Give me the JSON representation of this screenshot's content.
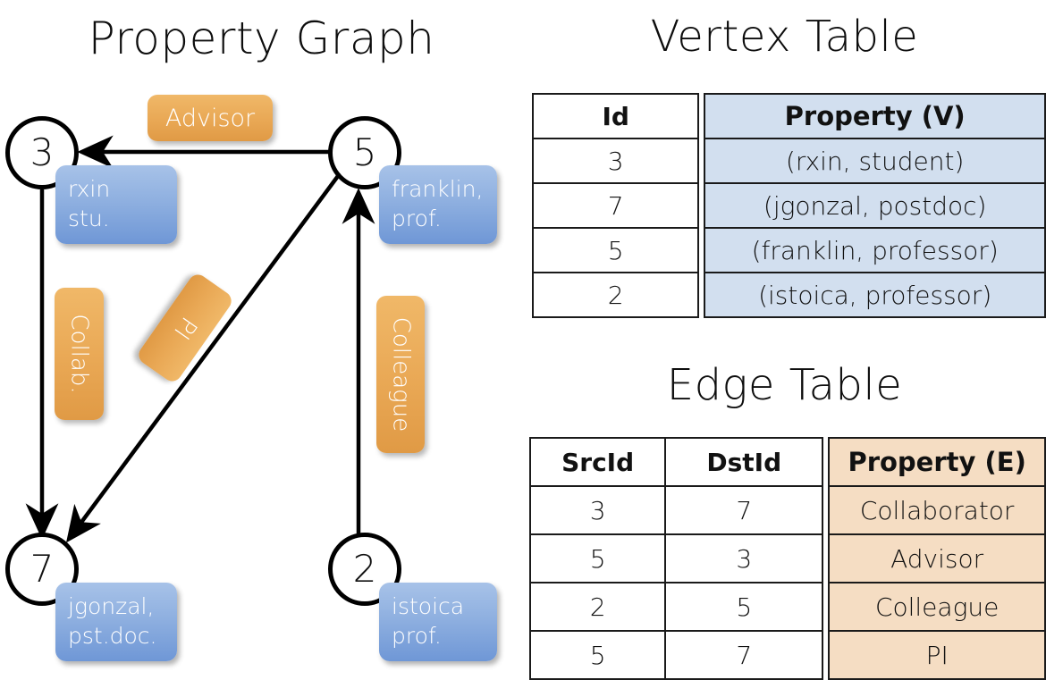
{
  "titles": {
    "property_graph": "Property Graph",
    "vertex_table": "Vertex Table",
    "edge_table": "Edge Table"
  },
  "colors": {
    "vertex_property_fill": "#d2dfef",
    "edge_property_fill": "#f5ddc3",
    "vertex_box_fill": "#8fb0e0",
    "edge_label_fill": "#e9a855",
    "stroke": "#000000",
    "text": "#111111"
  },
  "graph": {
    "nodes": [
      {
        "id": "3",
        "label": "3",
        "property": "rxin\nstu."
      },
      {
        "id": "5",
        "label": "5",
        "property": "franklin,\nprof."
      },
      {
        "id": "7",
        "label": "7",
        "property": "jgonzal,\npst.doc."
      },
      {
        "id": "2",
        "label": "2",
        "property": "istoica\nprof."
      }
    ],
    "edges": [
      {
        "src": "5",
        "dst": "3",
        "label": "Advisor"
      },
      {
        "src": "3",
        "dst": "7",
        "label": "Collab."
      },
      {
        "src": "5",
        "dst": "7",
        "label": "PI"
      },
      {
        "src": "2",
        "dst": "5",
        "label": "Colleague"
      }
    ]
  },
  "vertex_table": {
    "columns": [
      "Id",
      "Property (V)"
    ],
    "rows": [
      {
        "id": "3",
        "property": "(rxin, student)"
      },
      {
        "id": "7",
        "property": "(jgonzal, postdoc)"
      },
      {
        "id": "5",
        "property": "(franklin, professor)"
      },
      {
        "id": "2",
        "property": "(istoica, professor)"
      }
    ]
  },
  "edge_table": {
    "columns": [
      "SrcId",
      "DstId",
      "Property (E)"
    ],
    "rows": [
      {
        "src": "3",
        "dst": "7",
        "property": "Collaborator"
      },
      {
        "src": "5",
        "dst": "3",
        "property": "Advisor"
      },
      {
        "src": "2",
        "dst": "5",
        "property": "Colleague"
      },
      {
        "src": "5",
        "dst": "7",
        "property": "PI"
      }
    ]
  }
}
